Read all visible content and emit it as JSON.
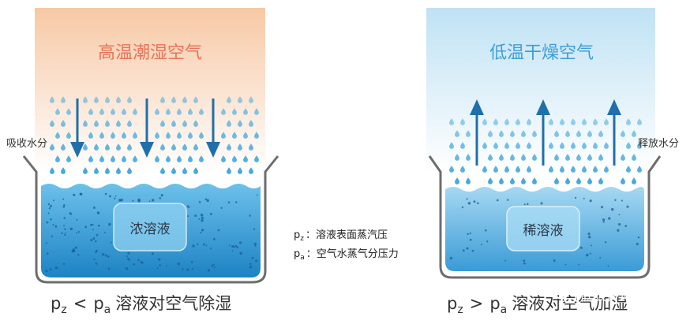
{
  "left_panel": {
    "heading": "高温潮湿空气",
    "side_label": "吸收水分",
    "solution_label": "浓溶液",
    "caption": {
      "p1": "p",
      "s1": "z",
      "op": "<",
      "p2": "p",
      "s2": "a",
      "text": "溶液对空气除湿"
    }
  },
  "right_panel": {
    "heading": "低温干燥空气",
    "side_label": "释放水分",
    "solution_label": "稀溶液",
    "caption": {
      "p1": "p",
      "s1": "z",
      "op": ">",
      "p2": "p",
      "s2": "a",
      "text": "溶液对空气加湿"
    }
  },
  "legend": [
    {
      "symbol": "p",
      "sub": "z",
      "text": "：溶液表面蒸汽压"
    },
    {
      "symbol": "p",
      "sub": "a",
      "text": "：空气水蒸气分压力"
    }
  ],
  "watermark": "低碳传动器",
  "icons": {
    "left_arrows": "arrow-down-icon",
    "right_arrows": "arrow-up-icon",
    "droplets": "water-drop-icon",
    "watermark_logo": "wechat-icon"
  },
  "colors": {
    "warm_air_top": "#f7c9a5",
    "cool_air_top": "#bfe2f4",
    "heading_left": "#e8735a",
    "heading_right": "#3e9fd6",
    "arrow": "#1f6fab",
    "water_top": "#6cc0ea",
    "water_bottom": "#1d83c4",
    "droplet": "#45a9dc"
  }
}
